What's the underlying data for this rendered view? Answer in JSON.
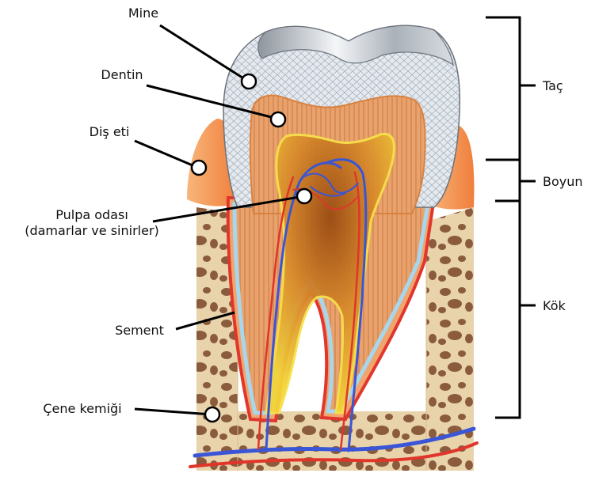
{
  "diagram": {
    "labels": {
      "enamel": "Mine",
      "dentin": "Dentin",
      "gum": "Diş eti",
      "pulp_line1": "Pulpa odası",
      "pulp_line2": "(damarlar ve sinirler)",
      "cementum": "Sement",
      "jawbone": "Çene kemiği"
    },
    "regions": {
      "crown": "Taç",
      "neck": "Boyun",
      "root": "Kök"
    },
    "colors": {
      "enamel": "#dfe6ee",
      "dentin": "#e9a26a",
      "pulp": "#f2d233",
      "gum": "#f6a35e",
      "bone": "#e6cfa4",
      "bone_holes": "#8a5a3c",
      "vein": "#3a55d6",
      "artery": "#e0352a",
      "cementum_line": "#9ed0ea"
    }
  }
}
